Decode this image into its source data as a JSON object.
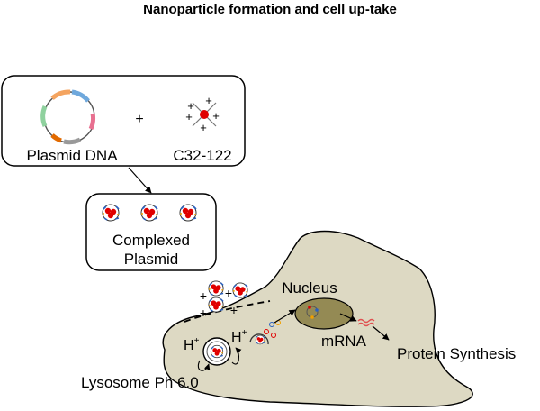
{
  "title": "Nanoparticle formation and cell up-take",
  "inputs_box": {
    "plus_sign": "+",
    "plasmid_label": "Plasmid DNA",
    "polymer_label": "C32-122"
  },
  "complex_box": {
    "label_line1": "Complexed",
    "label_line2": "Plasmid"
  },
  "cell": {
    "nucleus_label": "Nucleus",
    "mrna_label": "mRNA",
    "protein_label": "Protein Synthesis",
    "lysosome_label": "Lysosome Ph 6.0",
    "proton_label": "H",
    "proton_charge": "+"
  },
  "colors": {
    "cell_fill": "#ddd9c3",
    "nucleus_fill": "#948a54",
    "particle_core": "#e00000",
    "mrna": "#e05050"
  }
}
